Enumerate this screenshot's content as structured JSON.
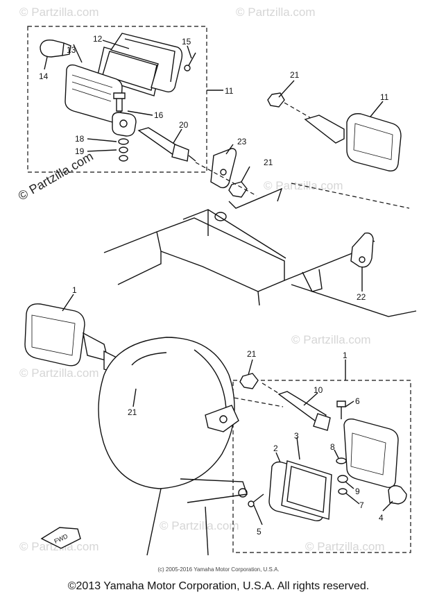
{
  "watermark": {
    "brand": "© Partzilla.com",
    "side_brand": "© Partzilla.com"
  },
  "callouts": {
    "c1a": "1",
    "c1b": "1",
    "c2": "2",
    "c3": "3",
    "c4": "4",
    "c5": "5",
    "c6": "6",
    "c7": "7",
    "c8": "8",
    "c9": "9",
    "c10": "10",
    "c11a": "11",
    "c11b": "11",
    "c12": "12",
    "c13": "13",
    "c14": "14",
    "c15": "15",
    "c16": "16",
    "c18": "18",
    "c19": "19",
    "c20": "20",
    "c21a": "21",
    "c21b": "21",
    "c21c": "21",
    "c21d": "21",
    "c22": "22",
    "c23": "23"
  },
  "fwd_label": "FWD",
  "inner_copyright": "(c) 2005-2016 Yamaha Motor Corporation, U.S.A.",
  "footer_copyright": "©2013 Yamaha Motor Corporation, U.S.A. All rights reserved."
}
